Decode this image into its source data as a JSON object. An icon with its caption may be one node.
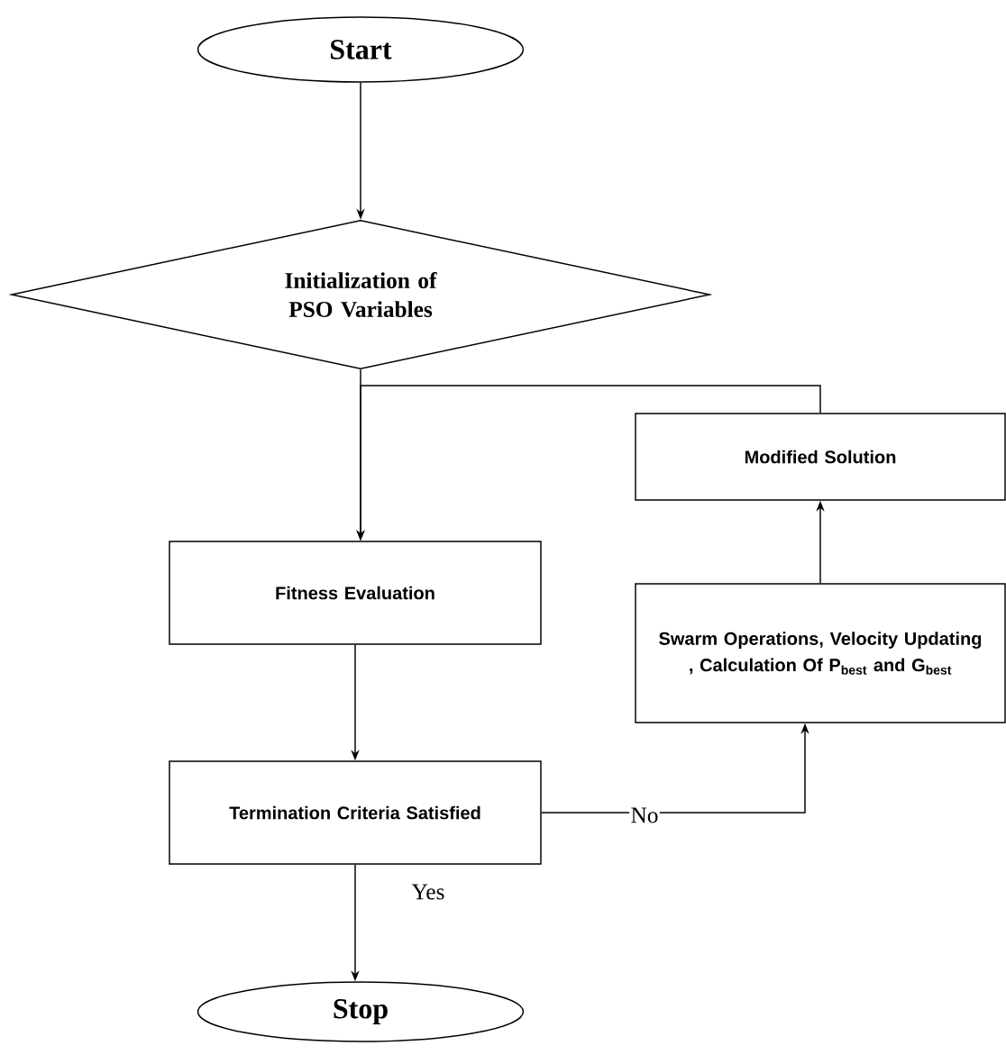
{
  "diagram": {
    "nodes": [
      {
        "text": [
          "Start"
        ]
      },
      {
        "text": [
          "Initialization of PSO Variables"
        ]
      },
      {
        "text": [
          "Fitness Evaluation"
        ]
      },
      {
        "text": [
          "Termination Criteria Satisfied"
        ]
      },
      {
        "text": [
          "Swarm Operations, Velocity Updating , Calculation Of P$_{best}$ and G$_{best}$"
        ]
      },
      {
        "text": [
          "Modified Solution"
        ]
      },
      {
        "text": [
          "Stop"
        ]
      }
    ],
    "edges": [
      {
        "from": 0,
        "to": 1,
        "arrow": "to"
      },
      {
        "from": 1,
        "to": 2,
        "arrow": "to"
      },
      {
        "from": 5,
        "to": 2,
        "arrow": "to"
      },
      {
        "from": 2,
        "to": 3,
        "arrow": "to"
      },
      {
        "from": 3,
        "to": 4,
        "arrow": "to",
        "label": "No"
      },
      {
        "from": 4,
        "to": 5,
        "arrow": "to"
      },
      {
        "from": 3,
        "to": 6,
        "arrow": "to",
        "label": "Yes"
      }
    ]
  }
}
